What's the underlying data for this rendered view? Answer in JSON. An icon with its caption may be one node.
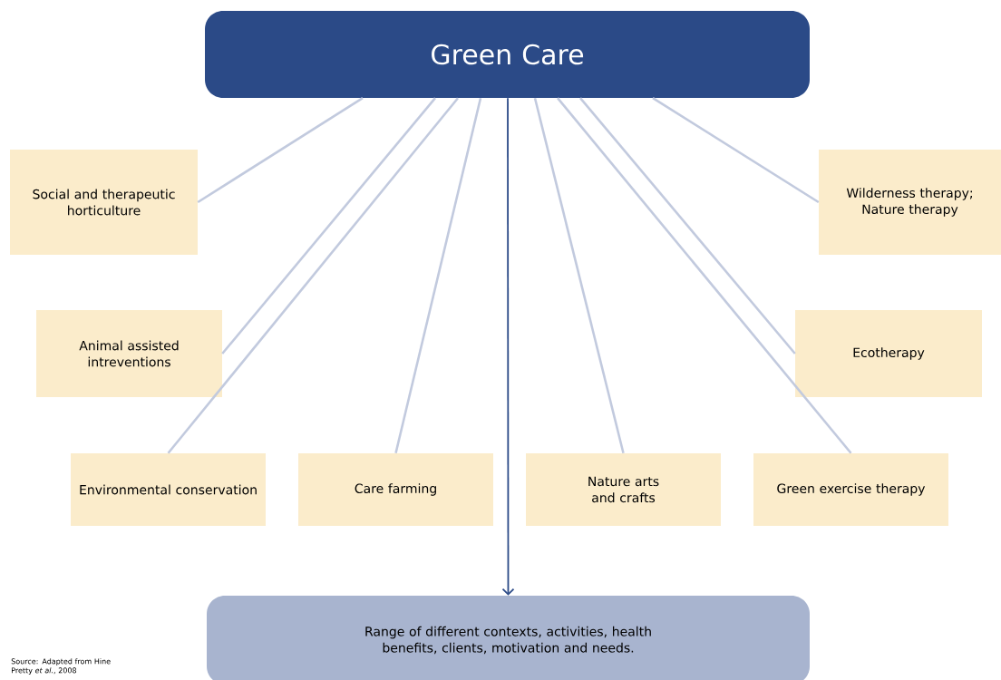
{
  "diagram": {
    "nodes": [
      {
        "text": [
          "Green Care"
        ]
      },
      {
        "text": [
          "Social and therapeutic horticulture"
        ]
      },
      {
        "text": [
          "Wilderness therapy; Nature therapy"
        ]
      },
      {
        "text": [
          "Animal assisted intreventions"
        ]
      },
      {
        "text": [
          "Ecotherapy"
        ]
      },
      {
        "text": [
          "Environmental conservation"
        ]
      },
      {
        "text": [
          "Care farming"
        ]
      },
      {
        "text": [
          "Nature arts and crafts"
        ]
      },
      {
        "text": [
          "Green exercise therapy"
        ]
      },
      {
        "text": [
          "Range of different contexts, activities, health benefits, clients, motivation and needs."
        ]
      }
    ],
    "edges": [
      {
        "from": 0,
        "to": 1,
        "arrow": "none"
      },
      {
        "from": 0,
        "to": 2,
        "arrow": "none"
      },
      {
        "from": 0,
        "to": 3,
        "arrow": "none"
      },
      {
        "from": 0,
        "to": 4,
        "arrow": "none"
      },
      {
        "from": 0,
        "to": 5,
        "arrow": "none"
      },
      {
        "from": 0,
        "to": 6,
        "arrow": "none"
      },
      {
        "from": 0,
        "to": 7,
        "arrow": "none"
      },
      {
        "from": 0,
        "to": 8,
        "arrow": "none"
      },
      {
        "from": 0,
        "to": 9,
        "arrow": "to",
        "color": "#2b4a87"
      }
    ],
    "labels": [
      "Source: Adapted from Hine Pretty *et al.*, 2008"
    ]
  }
}
